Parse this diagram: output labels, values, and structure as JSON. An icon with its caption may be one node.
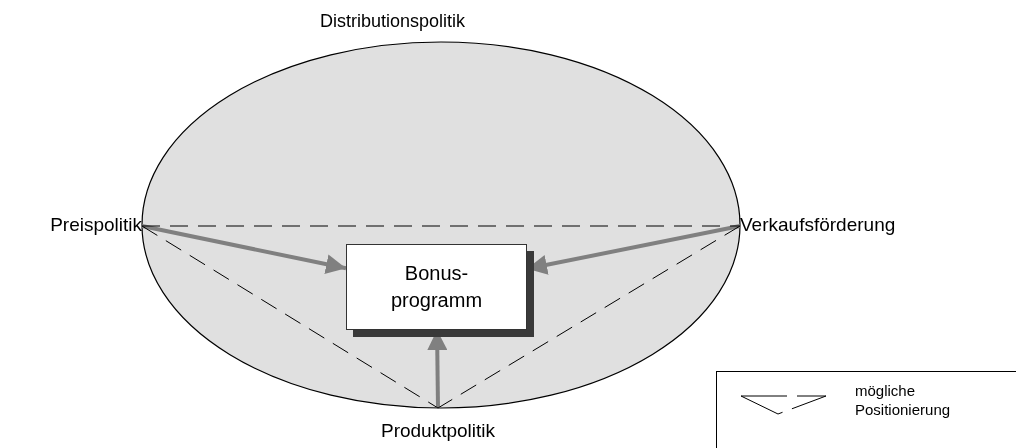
{
  "diagram": {
    "nodes": [
      {
        "text": [
          "Distributionspolitik"
        ]
      },
      {
        "text": [
          "Preispolitik"
        ]
      },
      {
        "text": [
          "Verkaufsförderung"
        ]
      },
      {
        "text": [
          "Bonus- programm"
        ],
        "in": 0
      },
      {
        "text": [
          "Produktpolitik"
        ]
      }
    ],
    "edges": [
      {
        "from": 1,
        "to": 3,
        "arrow": "to",
        "style": "thick",
        "color": "#808080"
      },
      {
        "from": 2,
        "to": 3,
        "arrow": "to",
        "style": "thick",
        "color": "#808080"
      },
      {
        "from": 4,
        "to": 3,
        "arrow": "to",
        "style": "thick",
        "color": "#808080"
      },
      {
        "from": 1,
        "to": 2,
        "arrow": "none",
        "style": "dashed",
        "color": "#000000"
      },
      {
        "from": 1,
        "to": 4,
        "arrow": "none",
        "style": "dashed",
        "color": "#000000"
      },
      {
        "from": 2,
        "to": 4,
        "arrow": "none",
        "style": "dashed",
        "color": "#000000"
      }
    ],
    "legend": [
      {
        "text": "mögliche Positionierung"
      }
    ]
  }
}
